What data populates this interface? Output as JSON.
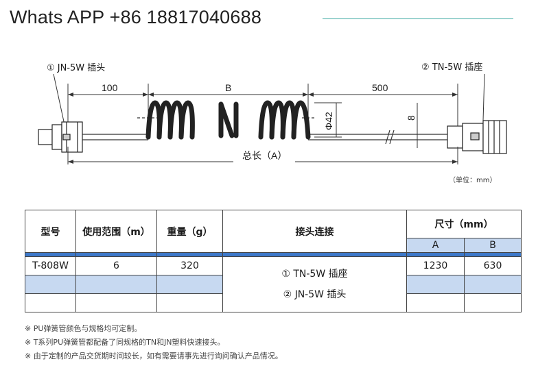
{
  "header": {
    "title": "Whats APP +86 18817040688"
  },
  "drawing": {
    "left_label": "① JN-5W  插头",
    "right_label": "② TN-5W  插座",
    "dim_left": "100",
    "dim_middle": "B",
    "dim_right": "500",
    "diameter": "Φ42",
    "thickness": "8",
    "total_length": "总长（A）",
    "unit": "（单位：mm）"
  },
  "table": {
    "headers": {
      "model": "型号",
      "range": "使用范围（m）",
      "weight": "重量（g）",
      "connector": "接头连接",
      "size": "尺寸（mm）",
      "a": "A",
      "b": "B"
    },
    "row": {
      "model": "T-808W",
      "range": "6",
      "weight": "320",
      "a": "1230",
      "b": "630"
    },
    "connectors": [
      "①  TN-5W 插座",
      "②  JN-5W 插头"
    ]
  },
  "notes": [
    "※ PU弹簧管颜色与规格均可定制。",
    "※ T系列PU弹簧管都配备了同规格的TN和JN塑料快速接头。",
    "※ 由于定制的产品交货期时间较长，如有需要请事先进行询问确认产品情况。"
  ]
}
